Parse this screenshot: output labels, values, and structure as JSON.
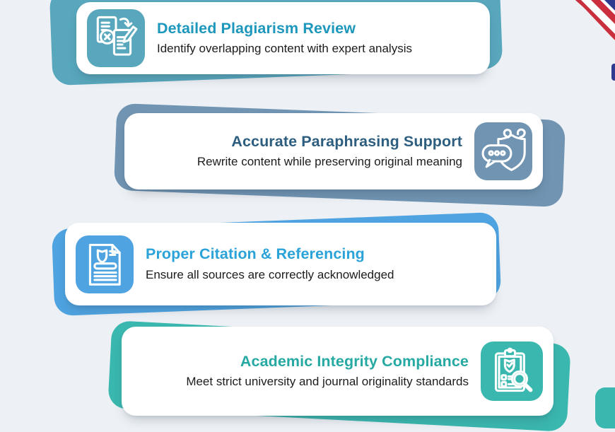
{
  "page": {
    "background": "#edf1f5"
  },
  "cards": [
    {
      "title": "Detailed Plagiarism Review",
      "description": "Identify overlapping content with expert analysis",
      "title_color": "#1e97bc",
      "accent": "#58a7bc",
      "icon": "plagiarism-documents-icon",
      "icon_side": "left"
    },
    {
      "title": "Accurate Paraphrasing Support",
      "description": "Rewrite content while preserving original meaning",
      "title_color": "#2d5e7f",
      "accent": "#7094b2",
      "icon": "speech-bubble-shield-icon",
      "icon_side": "right"
    },
    {
      "title": "Proper Citation & Referencing",
      "description": "Ensure all sources are correctly acknowledged",
      "title_color": "#2ba3d9",
      "accent": "#4ea3e0",
      "icon": "document-badge-icon",
      "icon_side": "left"
    },
    {
      "title": "Academic Integrity Compliance",
      "description": "Meet strict university and journal originality standards",
      "title_color": "#26a9a2",
      "accent": "#3ab7ae",
      "icon": "clipboard-shield-magnifier-icon",
      "icon_side": "right"
    }
  ],
  "decor": {
    "uk_flag": {
      "navy": "#2e3b8e",
      "red": "#c92f3d",
      "white": "#ffffff"
    },
    "corner_accent_color": "#3ab7ae"
  }
}
